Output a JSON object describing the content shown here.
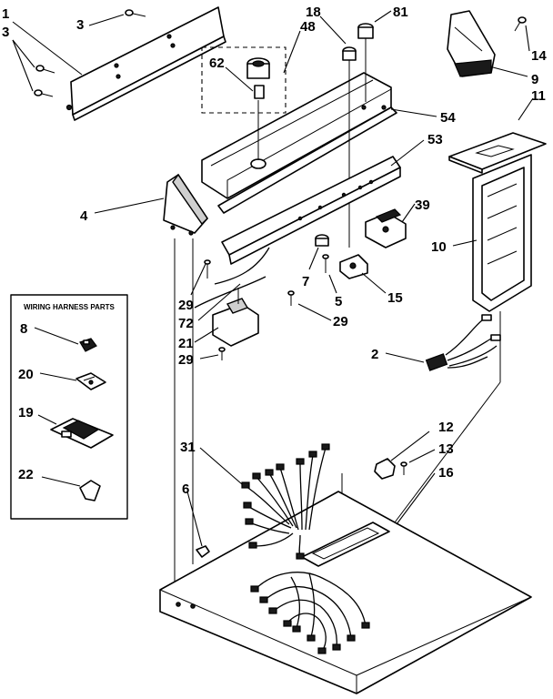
{
  "legend": {
    "title": "WIRING HARNESS PARTS"
  },
  "callouts": {
    "c1": "1",
    "c3a": "3",
    "c3b": "3",
    "c18": "18",
    "c81": "81",
    "c48": "48",
    "c62": "62",
    "c14": "14",
    "c9": "9",
    "c11": "11",
    "c54": "54",
    "c53": "53",
    "c4": "4",
    "c39": "39",
    "c10": "10",
    "c7": "7",
    "c5": "5",
    "c15": "15",
    "c29a": "29",
    "c72": "72",
    "c29b": "29",
    "c21": "21",
    "c29c": "29",
    "c2": "2",
    "c8": "8",
    "c20": "20",
    "c19": "19",
    "c22": "22",
    "c31": "31",
    "c12": "12",
    "c13": "13",
    "c16": "16",
    "c6": "6"
  }
}
